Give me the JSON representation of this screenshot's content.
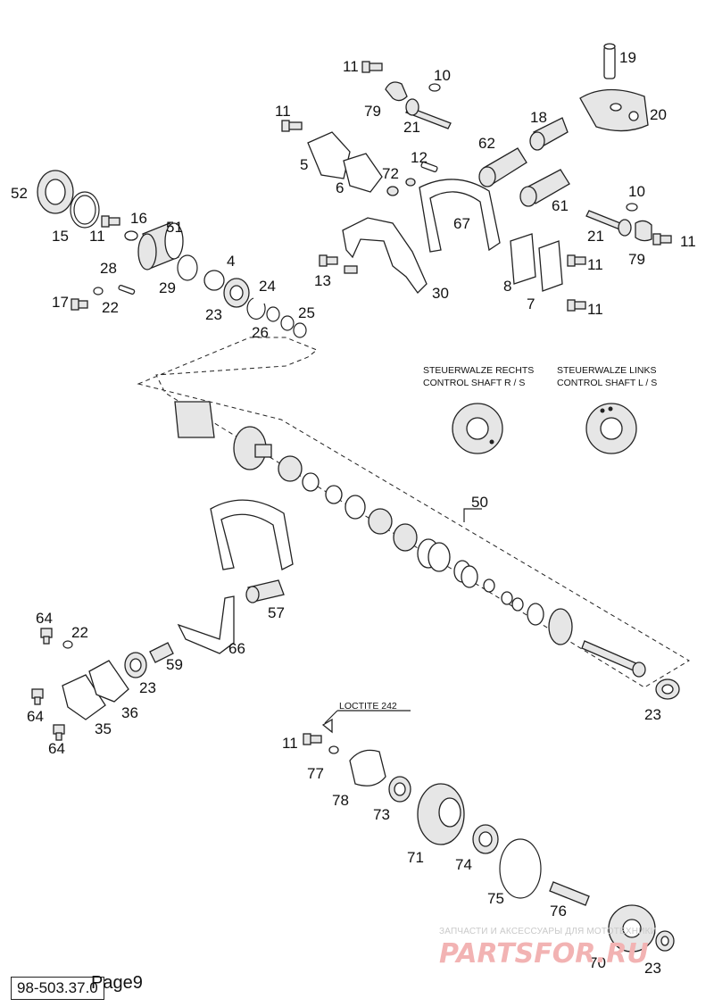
{
  "labels": {
    "l4": "4",
    "l5": "5",
    "l6": "6",
    "l7": "7",
    "l8": "8",
    "l10a": "10",
    "l10b": "10",
    "l11a": "11",
    "l11b": "11",
    "l11c": "11",
    "l11d": "11",
    "l11e": "11",
    "l11f": "11",
    "l11g": "11",
    "l12": "12",
    "l13": "13",
    "l15": "15",
    "l16": "16",
    "l17": "17",
    "l18": "18",
    "l19": "19",
    "l20": "20",
    "l21a": "21",
    "l21b": "21",
    "l22a": "22",
    "l22b": "22",
    "l23a": "23",
    "l23b": "23",
    "l23c": "23",
    "l23d": "23",
    "l24": "24",
    "l25": "25",
    "l26": "26",
    "l28": "28",
    "l29": "29",
    "l30": "30",
    "l35": "35",
    "l36": "36",
    "l50": "50",
    "l51": "51",
    "l52": "52",
    "l57": "57",
    "l59": "59",
    "l61": "61",
    "l62": "62",
    "l64a": "64",
    "l64b": "64",
    "l64c": "64",
    "l66": "66",
    "l67": "67",
    "l70": "70",
    "l71": "71",
    "l72": "72",
    "l73": "73",
    "l74": "74",
    "l75": "75",
    "l76": "76",
    "l77": "77",
    "l78": "78",
    "l79a": "79",
    "l79b": "79"
  },
  "captions": {
    "right_line1": "STEUERWALZE RECHTS",
    "right_line2": "CONTROL SHAFT R / S",
    "left_line1": "STEUERWALZE LINKS",
    "left_line2": "CONTROL SHAFT L / S",
    "loctite": "LOCTITE 242"
  },
  "watermark": {
    "line1": "ЗАПЧАСТИ И АКСЕССУАРЫ ДЛЯ МОТОТЕХНИКИ",
    "line2": "PARTSFOR.RU"
  },
  "footer": {
    "code": "98-503.37.0",
    "page": "Page9"
  }
}
